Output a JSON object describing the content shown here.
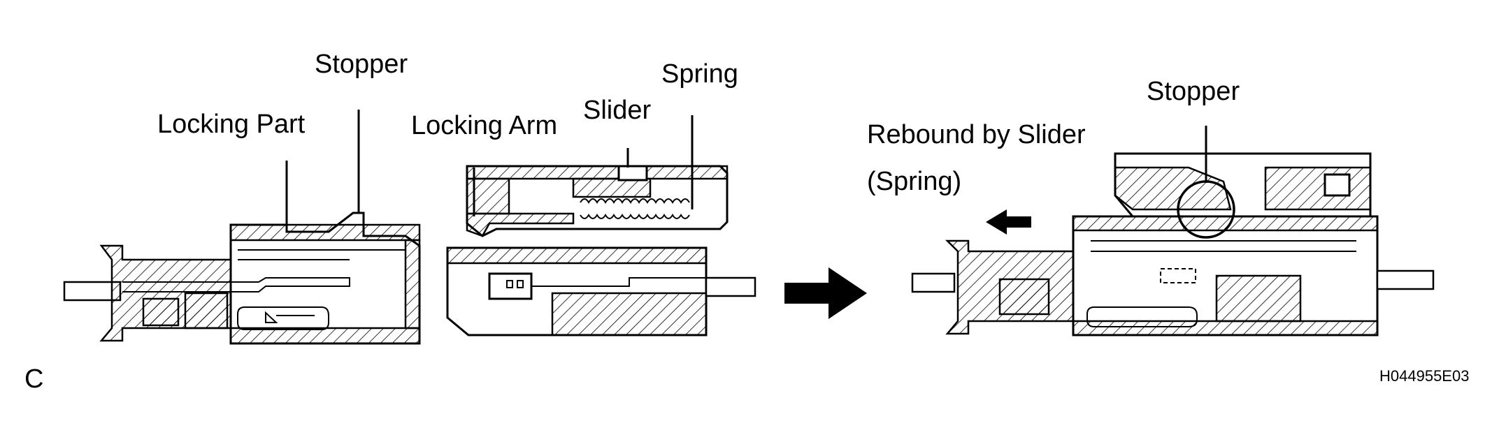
{
  "labels": {
    "stopper_left": "Stopper",
    "locking_part": "Locking Part",
    "locking_arm": "Locking Arm",
    "slider": "Slider",
    "spring": "Spring",
    "stopper_right": "Stopper",
    "rebound_line1": "Rebound by Slider",
    "rebound_line2": "(Spring)",
    "panel_letter": "C",
    "figure_code": "H044955E03"
  }
}
